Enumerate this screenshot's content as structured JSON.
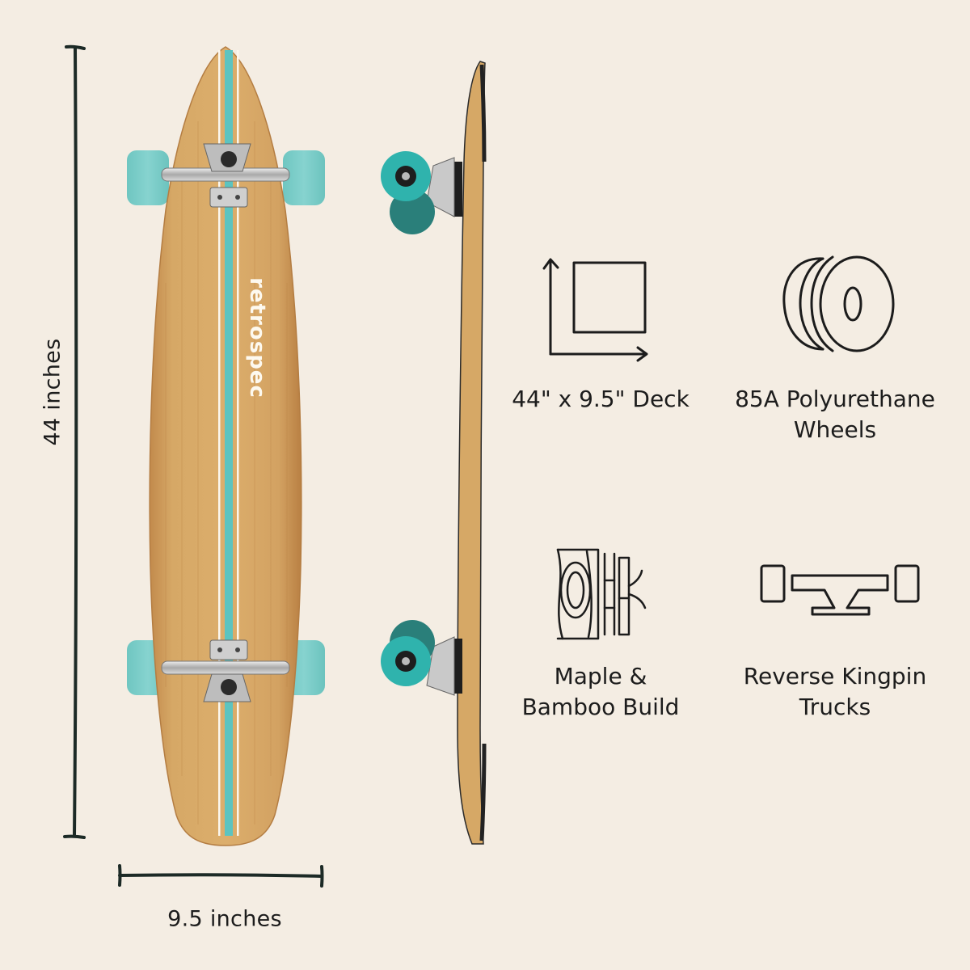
{
  "dimensions": {
    "height_label": "44 inches",
    "width_label": "9.5 inches"
  },
  "board": {
    "brand": "retrospec",
    "colors": {
      "bamboo": "#d4a364",
      "stripe": "#5cc4c0",
      "wheel": "#78cdc8",
      "wheel_side": "#2fb3ad"
    }
  },
  "features": [
    {
      "icon": "deck-size-icon",
      "lines": [
        "44\" x 9.5\" Deck"
      ]
    },
    {
      "icon": "wheel-icon",
      "lines": [
        "85A Polyurethane",
        "Wheels"
      ]
    },
    {
      "icon": "wood-bamboo-icon",
      "lines": [
        "Maple &",
        "Bamboo Build"
      ]
    },
    {
      "icon": "truck-icon",
      "lines": [
        "Reverse Kingpin",
        "Trucks"
      ]
    }
  ]
}
